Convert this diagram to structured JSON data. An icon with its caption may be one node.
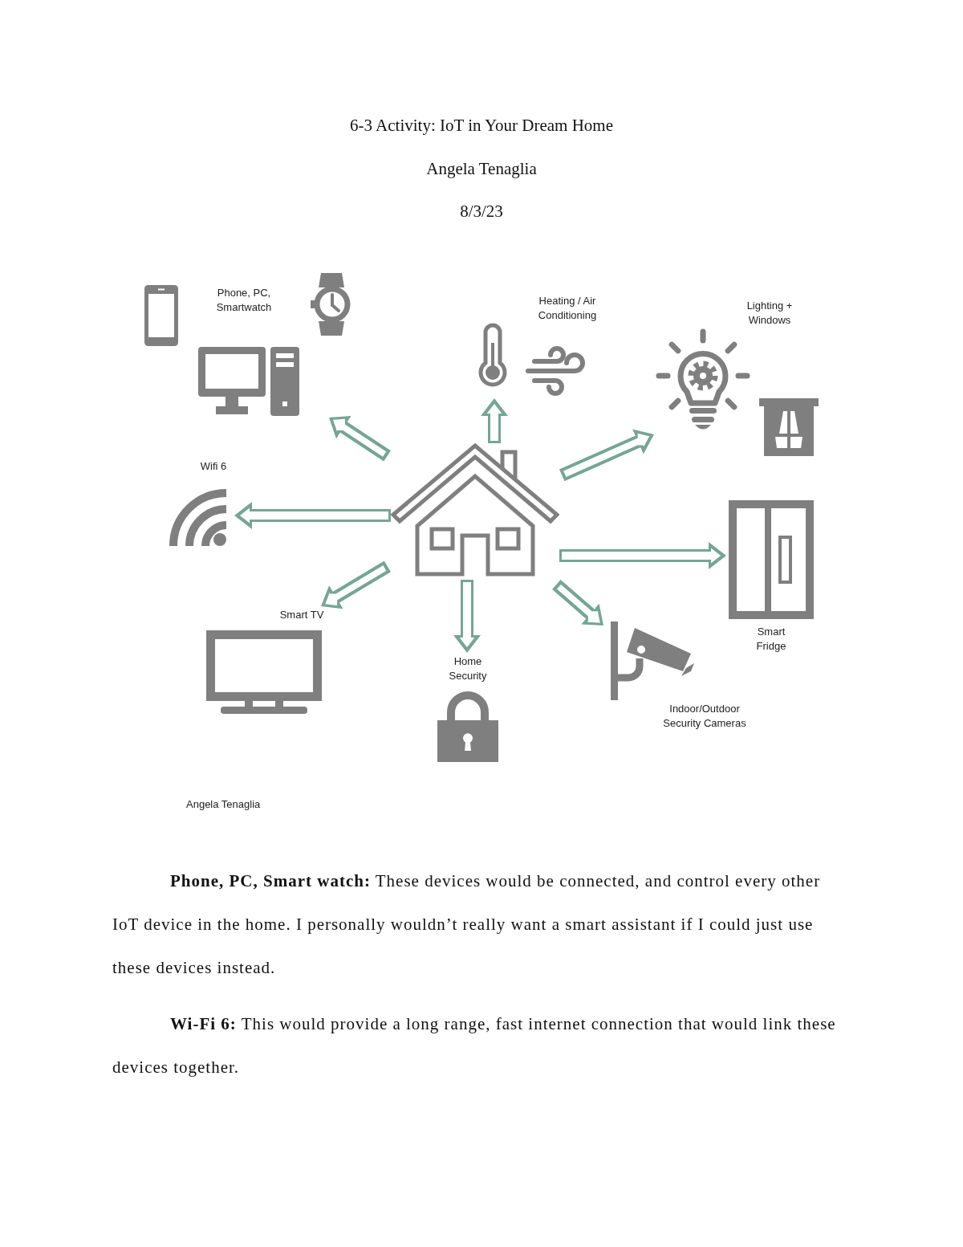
{
  "diagram": {
    "title": "6-3 Activity: IoT in Your Dream Home",
    "nodes": [
      {
        "text": [],
        "shape": "picture"
      },
      {
        "text": [
          "Phone, PC, Smartwatch"
        ]
      },
      {
        "text": [
          "Heating / Air Conditioning"
        ]
      },
      {
        "text": [
          "Lighting + Windows"
        ]
      },
      {
        "text": [
          "Wifi 6"
        ]
      },
      {
        "text": [
          "Smart Fridge"
        ]
      },
      {
        "text": [
          "Smart TV"
        ]
      },
      {
        "text": [
          "Home Security"
        ]
      },
      {
        "text": [
          "Indoor/Outdoor Security Cameras"
        ]
      }
    ],
    "edges": [
      {
        "from": 0,
        "to": 1,
        "arrow": "to"
      },
      {
        "from": 0,
        "to": 2,
        "arrow": "to"
      },
      {
        "from": 0,
        "to": 3,
        "arrow": "to"
      },
      {
        "from": 0,
        "to": 4,
        "arrow": "to"
      },
      {
        "from": 0,
        "to": 5,
        "arrow": "to"
      },
      {
        "from": 0,
        "to": 6,
        "arrow": "to"
      },
      {
        "from": 0,
        "to": 7,
        "arrow": "to"
      },
      {
        "from": 0,
        "to": 8,
        "arrow": "to"
      }
    ],
    "labels": [
      "Angela Tenaglia",
      "8/3/23",
      "Angela Tenaglia",
      "**Phone, PC, Smart watch:** These devices would be connected, and control every other IoT device in the home. I personally wouldn’t really want a smart assistant if I could just use these devices instead.",
      "**Wi-Fi 6:** This would provide a long range, fast internet connection that would link these devices together."
    ]
  }
}
